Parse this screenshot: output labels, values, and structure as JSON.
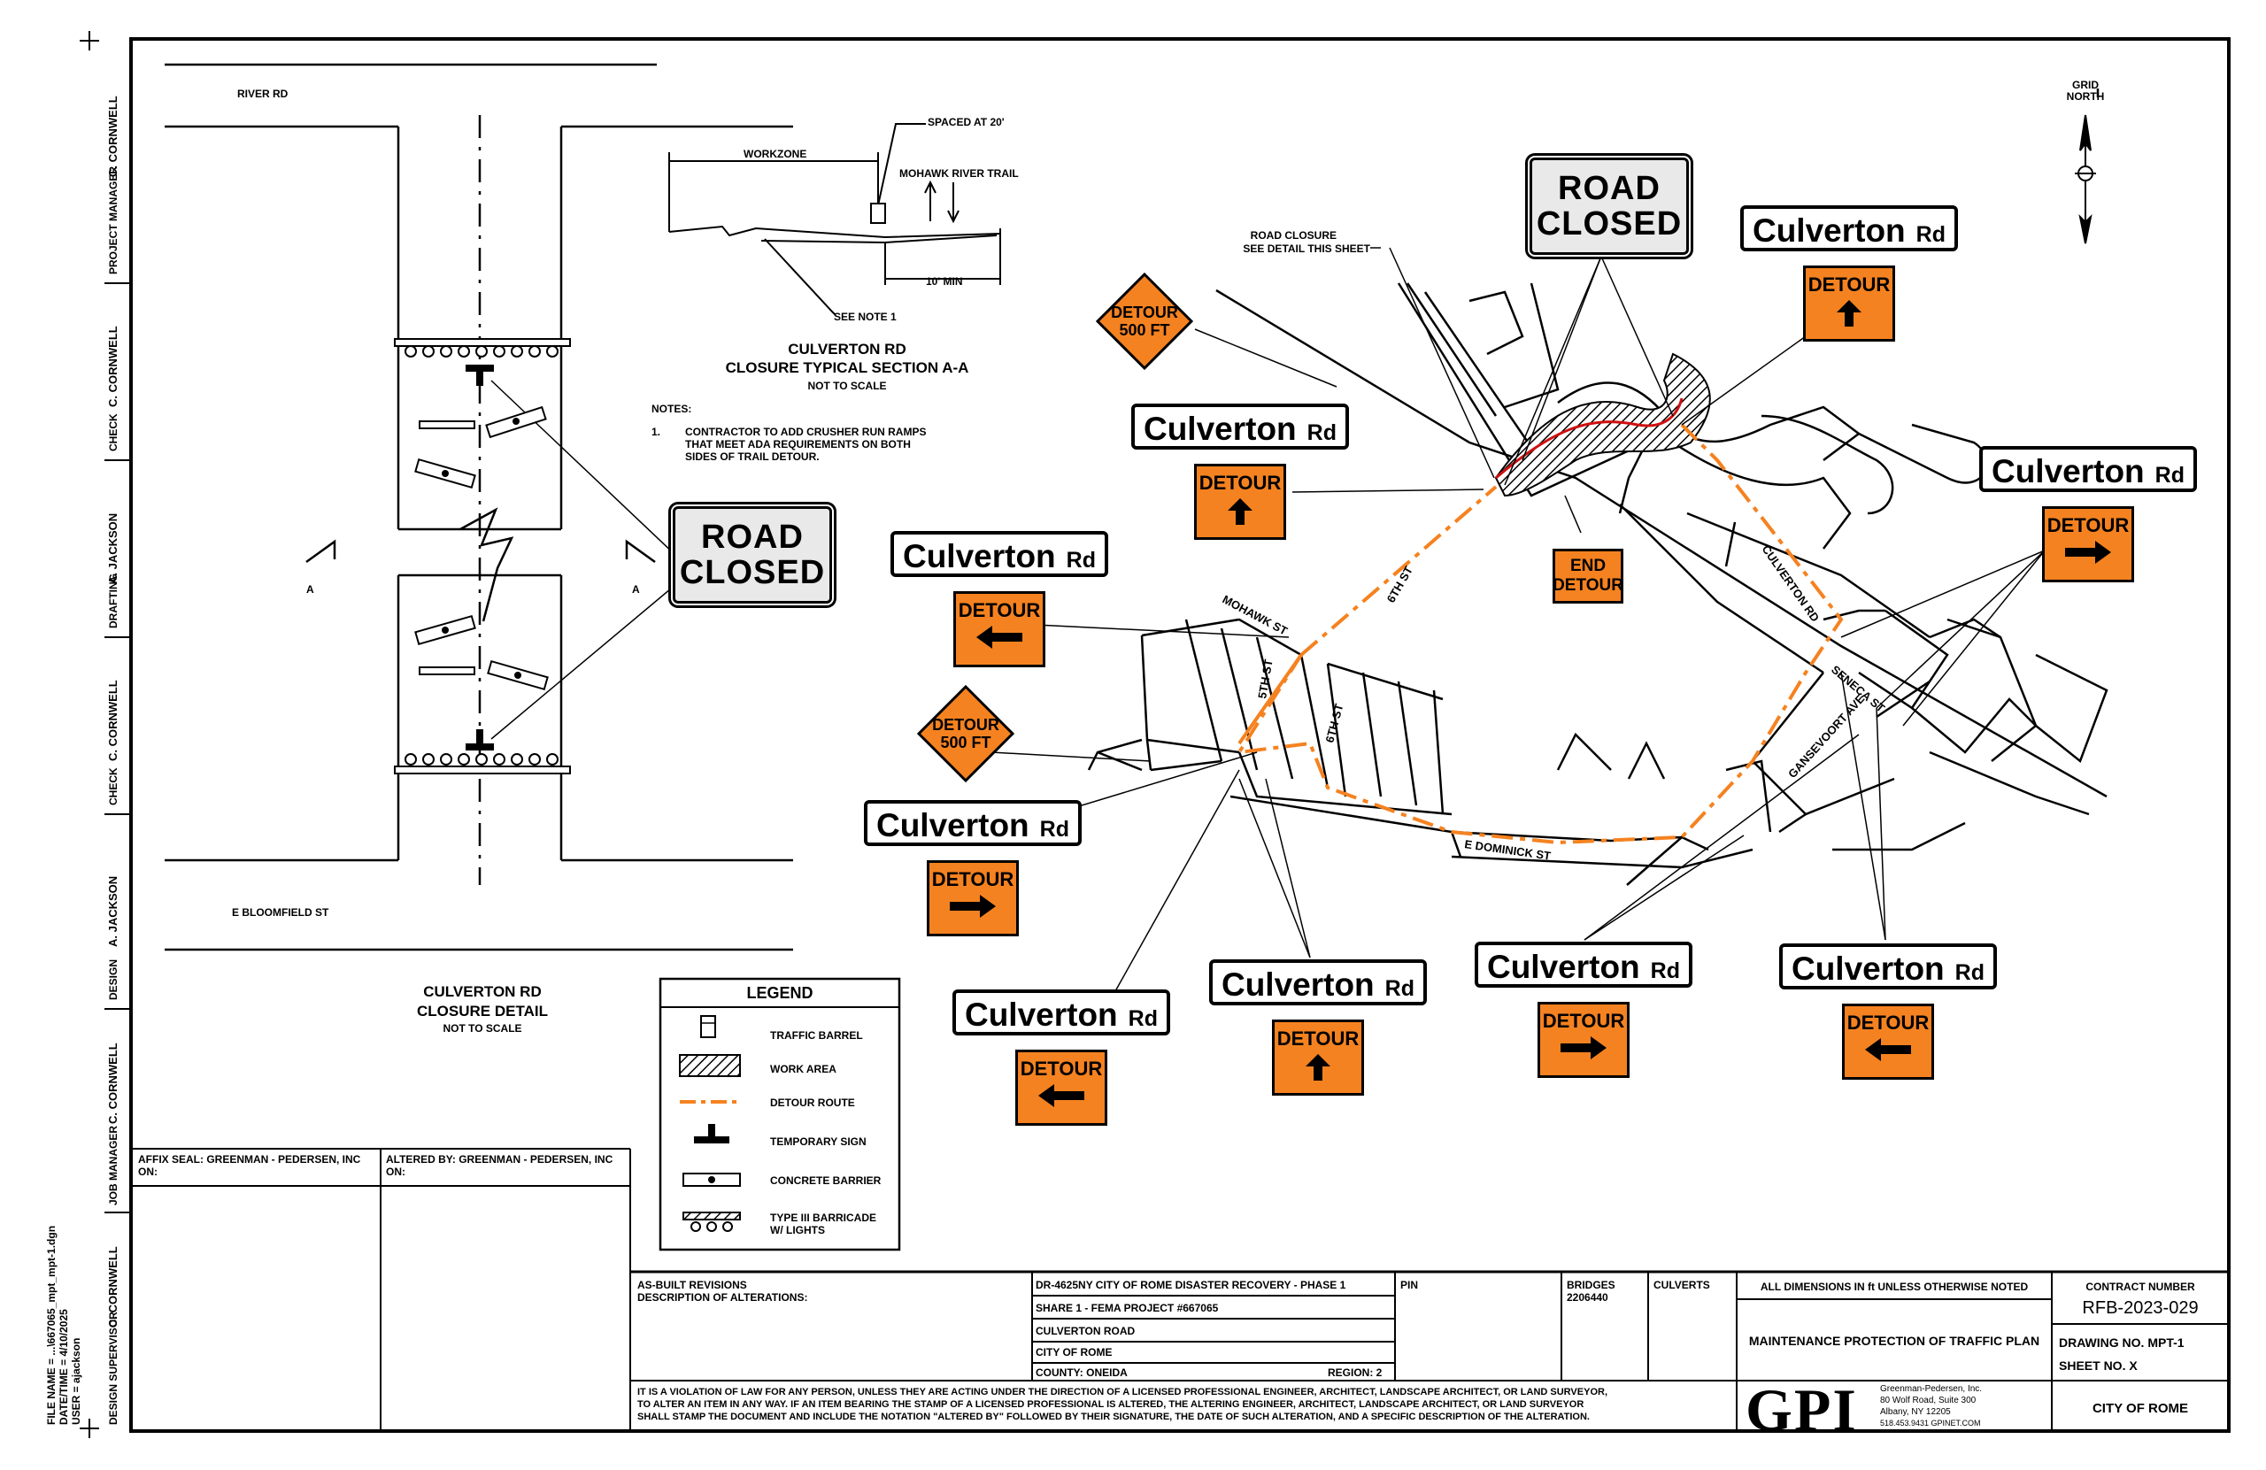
{
  "plan": {
    "grid_north": [
      "GRID",
      "NORTH"
    ],
    "road_closed_sign": [
      "ROAD",
      "CLOSED"
    ],
    "road_closure_note": [
      "ROAD CLOSURE",
      "SEE DETAIL THIS SHEET"
    ],
    "street_labels": {
      "sixth_st_a": "6TH ST",
      "sixth_st_b": "6TH ST",
      "fifth_st": "5TH ST",
      "mohawk_st": "MOHAWK ST",
      "culverton_rd": "CULVERTON RD",
      "seneca_st": "SENECA ST",
      "gansevoort_ave": "GANSEVOORT AVE",
      "e_dominick_st": "E DOMINICK ST"
    },
    "end_detour": [
      "END",
      "DETOUR"
    ],
    "detour_ahead": [
      "DETOUR",
      "500 FT"
    ],
    "detour_sign": {
      "road": "Culverton",
      "suffix": "Rd",
      "label": "DETOUR"
    },
    "route_color": "#f58220",
    "sign_color": "#f58220"
  },
  "closure_detail": {
    "river_rd": "RIVER RD",
    "e_bloomfield_st": "E BLOOMFIELD ST",
    "section_mark": "A",
    "title": "CULVERTON RD",
    "title2": "CLOSURE DETAIL",
    "scale": "NOT TO SCALE"
  },
  "typical_section": {
    "workzone": "WORKZONE",
    "spaced": "SPACED AT 20'",
    "trail": "MOHAWK RIVER TRAIL",
    "min_width": "10' MIN",
    "see_note": "SEE NOTE 1",
    "title": "CULVERTON RD",
    "title2": "CLOSURE TYPICAL SECTION A-A",
    "scale": "NOT TO SCALE"
  },
  "notes": {
    "heading": "NOTES:",
    "items": [
      {
        "num": "1.",
        "lines": [
          "CONTRACTOR TO ADD CRUSHER RUN RAMPS",
          "THAT MEET ADA REQUIREMENTS ON BOTH",
          "SIDES OF TRAIL DETOUR."
        ]
      }
    ]
  },
  "legend": {
    "title": "LEGEND",
    "items": [
      "TRAFFIC BARREL",
      "WORK AREA",
      "DETOUR ROUTE",
      "TEMPORARY SIGN",
      "CONCRETE BARRIER",
      "TYPE III BARRICADE",
      "W/ LIGHTS"
    ]
  },
  "left_strip": {
    "roles": [
      "PROJECT MANAGER",
      "CHECK",
      "DRAFTING",
      "CHECK",
      "DESIGN",
      "JOB MANAGER",
      "DESIGN SUPERVISOR"
    ],
    "names": [
      "C. CORNWELL",
      "C. CORNWELL",
      "A. JACKSON",
      "C. CORNWELL",
      "A. JACKSON",
      "C. CORNWELL",
      "C. CORNWELL"
    ],
    "file_lines": [
      "FILE NAME = ...\\667065_mpt_mpt-1.dgn",
      "DATE/TIME = 4/10/2025",
      "USER = ajackson"
    ]
  },
  "title_block": {
    "affix_seal": "AFFIX SEAL: GREENMAN - PEDERSEN, INC",
    "on_a": "ON:",
    "altered_by": "ALTERED BY: GREENMAN - PEDERSEN, INC",
    "on_b": "ON:",
    "as_built": "AS-BUILT REVISIONS",
    "desc_alt": "DESCRIPTION OF ALTERATIONS:",
    "project_lines": [
      "DR-4625NY CITY OF ROME DISASTER RECOVERY - PHASE 1",
      "SHARE 1 - FEMA PROJECT #667065",
      "CULVERTON ROAD",
      "CITY OF ROME"
    ],
    "county": "COUNTY: ONEIDA",
    "region": "REGION: 2",
    "pin": "PIN",
    "bridges": "BRIDGES",
    "bridges_no": "2206440",
    "culverts": "CULVERTS",
    "dims_note": "ALL DIMENSIONS IN ft UNLESS OTHERWISE NOTED",
    "plan_title": "MAINTENANCE PROTECTION OF TRAFFIC PLAN",
    "contract_label": "CONTRACT NUMBER",
    "contract_no": "RFB-2023-029",
    "drawing_no": "DRAWING NO. MPT-1",
    "sheet_no": "SHEET NO. X",
    "city": "CITY OF ROME",
    "legal": [
      "IT IS A VIOLATION OF LAW FOR ANY PERSON, UNLESS THEY ARE ACTING UNDER THE DIRECTION OF A LICENSED PROFESSIONAL ENGINEER, ARCHITECT, LANDSCAPE ARCHITECT, OR LAND SURVEYOR,",
      "TO ALTER AN ITEM IN ANY WAY. IF AN ITEM BEARING THE STAMP OF A LICENSED PROFESSIONAL IS ALTERED, THE ALTERING ENGINEER, ARCHITECT, LANDSCAPE ARCHITECT, OR LAND SURVEYOR",
      "SHALL STAMP THE DOCUMENT AND INCLUDE THE NOTATION \"ALTERED BY\" FOLLOWED BY THEIR SIGNATURE, THE DATE OF SUCH ALTERATION, AND A SPECIFIC DESCRIPTION OF THE ALTERATION."
    ],
    "gpi_logo": "GPI",
    "gpi_address": [
      "Greenman-Pedersen, Inc.",
      "80 Wolf Road, Suite 300",
      "Albany, NY 12205",
      "518.453.9431  GPINET.COM"
    ]
  }
}
